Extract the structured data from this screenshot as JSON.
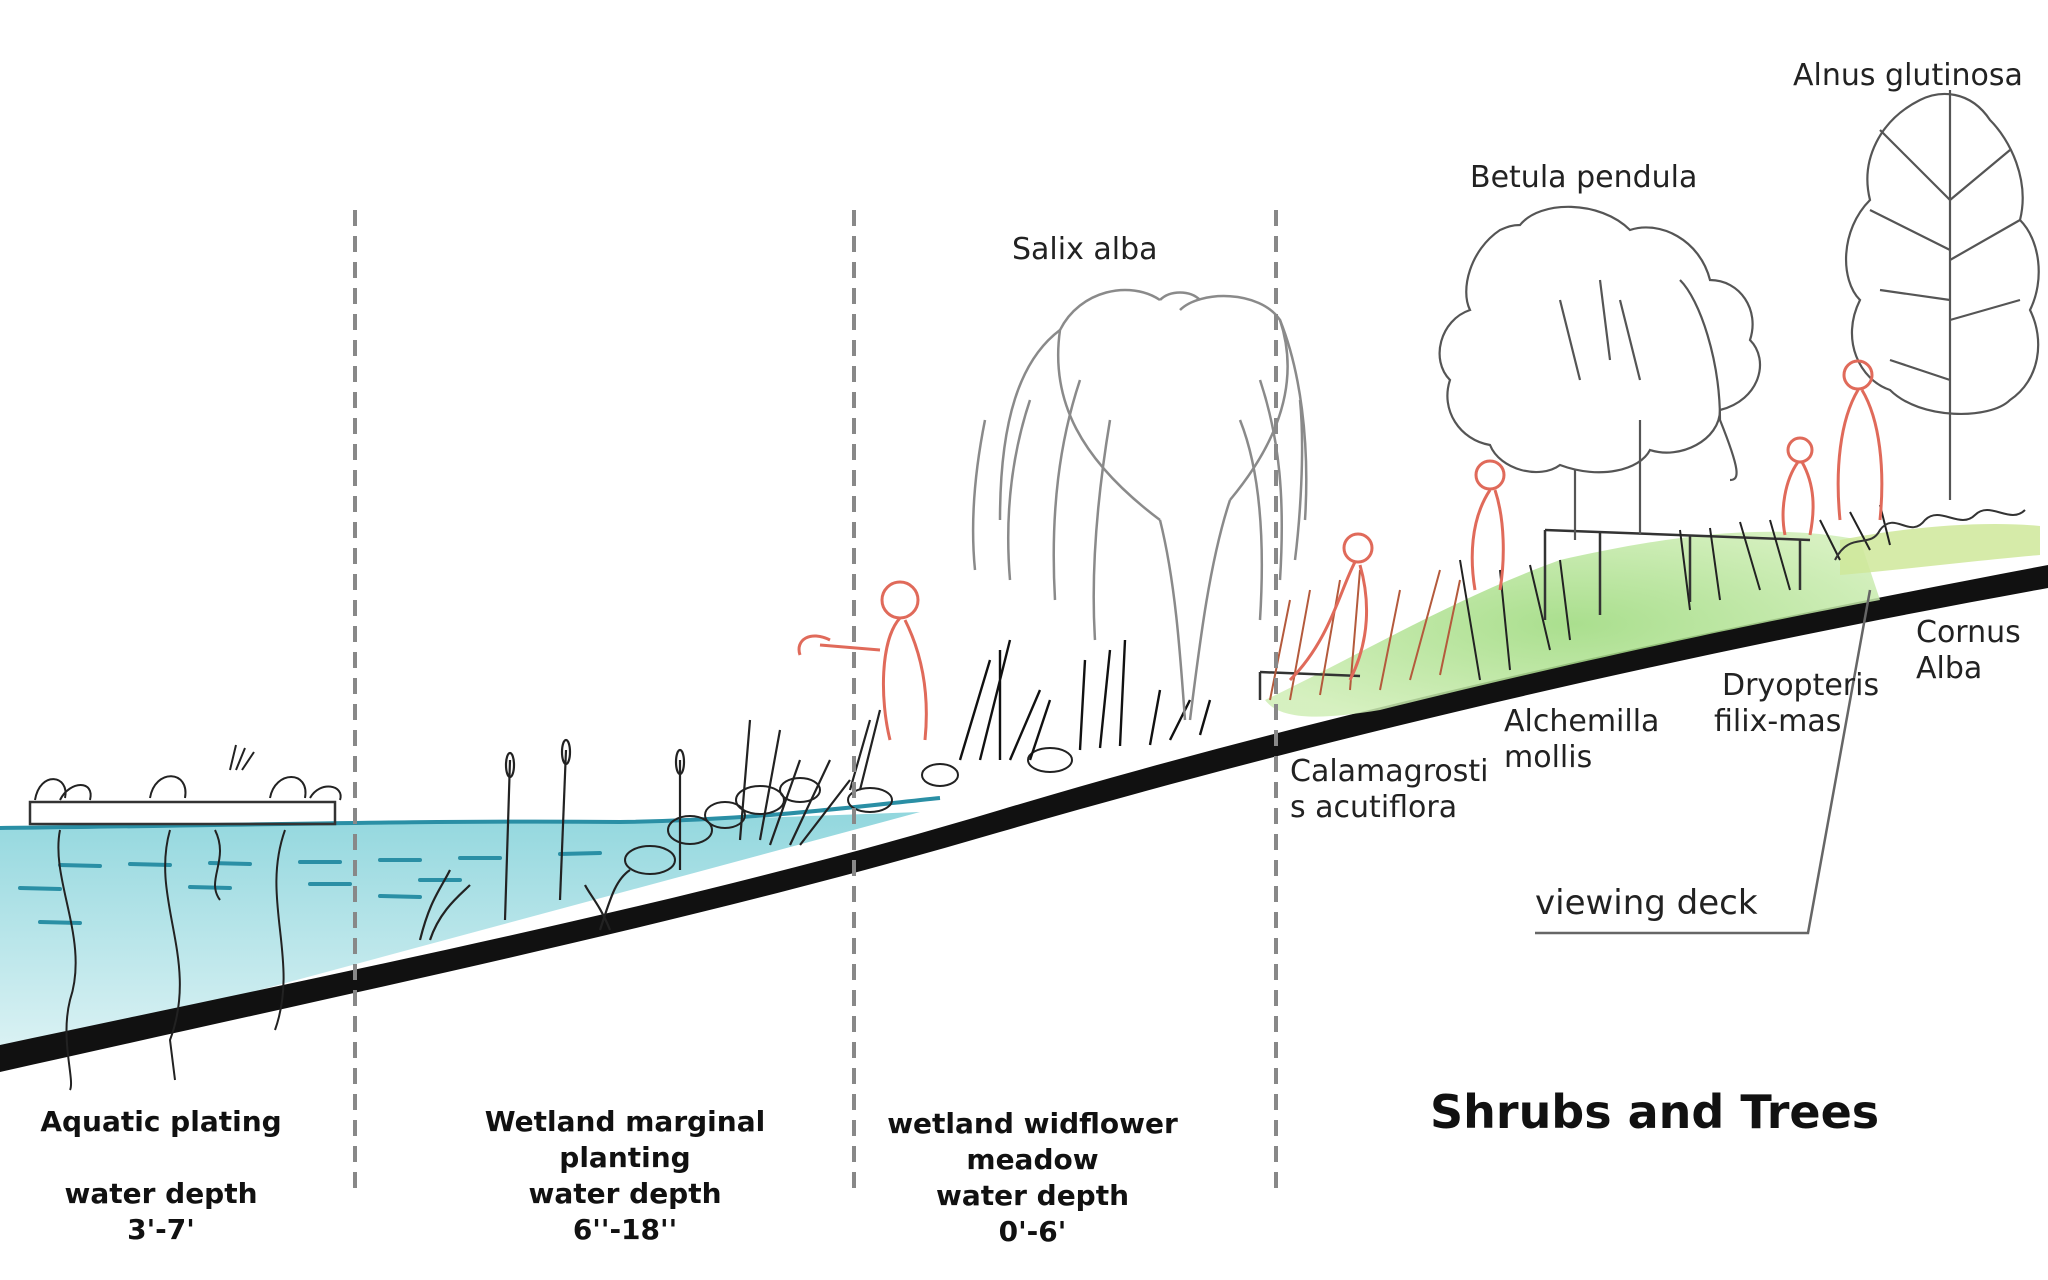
{
  "plant_labels": {
    "alnus": "Alnus glutinosa",
    "betula": "Betula pendula",
    "salix": "Salix alba",
    "cornus_1": "Cornus",
    "cornus_2": "Alba",
    "dryopteris_1": "Dryopteris",
    "dryopteris_2": "filix-mas",
    "alchemilla_1": "Alchemilla",
    "alchemilla_2": "mollis",
    "calamagrostis_1": "Calamagrosti",
    "calamagrostis_2": "s acutiflora",
    "viewing_deck": "viewing deck"
  },
  "zones": [
    {
      "line1": "Aquatic plating",
      "line2": "",
      "line3": "water depth",
      "line4": "3'-7'"
    },
    {
      "line1": "Wetland  marginal",
      "line2": "planting",
      "line3": "water depth",
      "line4": "6''-18''"
    },
    {
      "line1": "wetland widflower",
      "line2": "meadow",
      "line3": "water depth",
      "line4": "0'-6'"
    }
  ],
  "shrubs_title": "Shrubs and Trees",
  "colors": {
    "water": "#9ed8de",
    "waterline": "#2a8fa5",
    "ground": "#111111",
    "shrub_green": "#8fd06a",
    "figure_red": "#e06a5a",
    "tree_grey": "#8a8a8a",
    "divider": "#888888"
  }
}
